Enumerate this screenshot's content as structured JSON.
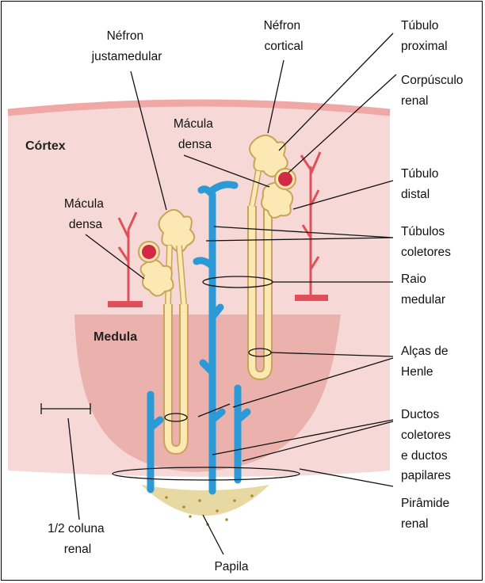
{
  "diagram": {
    "regions": {
      "cortex": "Córtex",
      "medulla": "Medula"
    },
    "labels": {
      "nefron_justamedular": [
        "Néfron",
        "justamedular"
      ],
      "nefron_cortical": [
        "Néfron",
        "cortical"
      ],
      "tubulo_proximal": [
        "Túbulo",
        "proximal"
      ],
      "corpusculo_renal": [
        "Corpúsculo",
        "renal"
      ],
      "macula_densa_top": [
        "Mácula",
        "densa"
      ],
      "macula_densa_left": [
        "Mácula",
        "densa"
      ],
      "tubulo_distal": [
        "Túbulo",
        "distal"
      ],
      "tubulos_coletores": [
        "Túbulos",
        "coletores"
      ],
      "raio_medular": [
        "Raio",
        "medular"
      ],
      "alcas_de_henle": [
        "Alças de",
        "Henle"
      ],
      "ductos_coletores": [
        "Ductos",
        "coletores",
        "e ductos",
        "papilares"
      ],
      "piramide_renal": [
        "Pirâmide",
        "renal"
      ],
      "coluna_renal": [
        "1/2 coluna",
        "renal"
      ],
      "papila": "Papila"
    },
    "colors": {
      "cortex_fill": "#f6d9d6",
      "cortex_edge": "#efa8a6",
      "medulla_fill": "#ebb2ad",
      "papilla_fill": "#e8d9a3",
      "nephron_fill": "#fbe8b3",
      "nephron_stroke": "#c9a35a",
      "collecting_duct": "#2b9ad6",
      "vessel": "#e0505a",
      "glomerulus": "#d22a45"
    }
  }
}
